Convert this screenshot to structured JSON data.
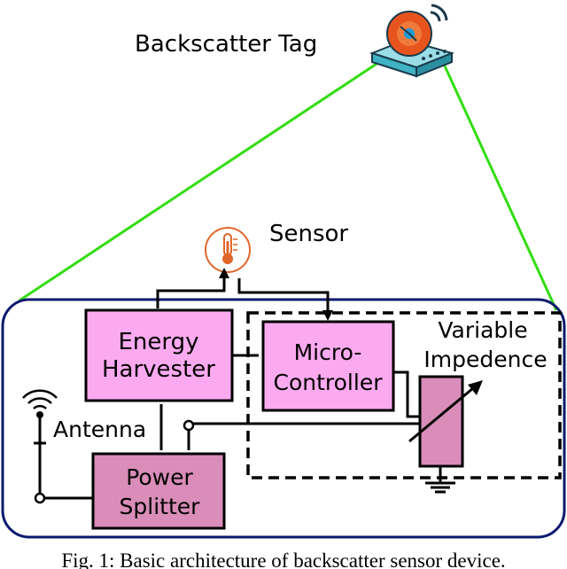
{
  "tag": {
    "label": "Backscatter Tag",
    "icon": "router-icon"
  },
  "sensor": {
    "label": "Sensor",
    "icon": "thermometer-icon"
  },
  "blocks": {
    "energy_harvester": {
      "line1": "Energy",
      "line2": "Harvester"
    },
    "microcontroller": {
      "line1": "Micro-",
      "line2": "Controller"
    },
    "power_splitter": {
      "line1": "Power",
      "line2": "Splitter"
    }
  },
  "variable_impedance": {
    "line1": "Variable",
    "line2": "Impedence"
  },
  "antenna": {
    "label": "Antenna",
    "icon": "antenna-icon"
  },
  "caption": "Fig. 1: Basic architecture of backscatter sensor device.",
  "colors": {
    "link_line": "#33dd11",
    "device_border": "#0a1a6e",
    "block_pink": "#fbaaf0",
    "block_mauve": "#d98db8",
    "wire": "#000000"
  }
}
